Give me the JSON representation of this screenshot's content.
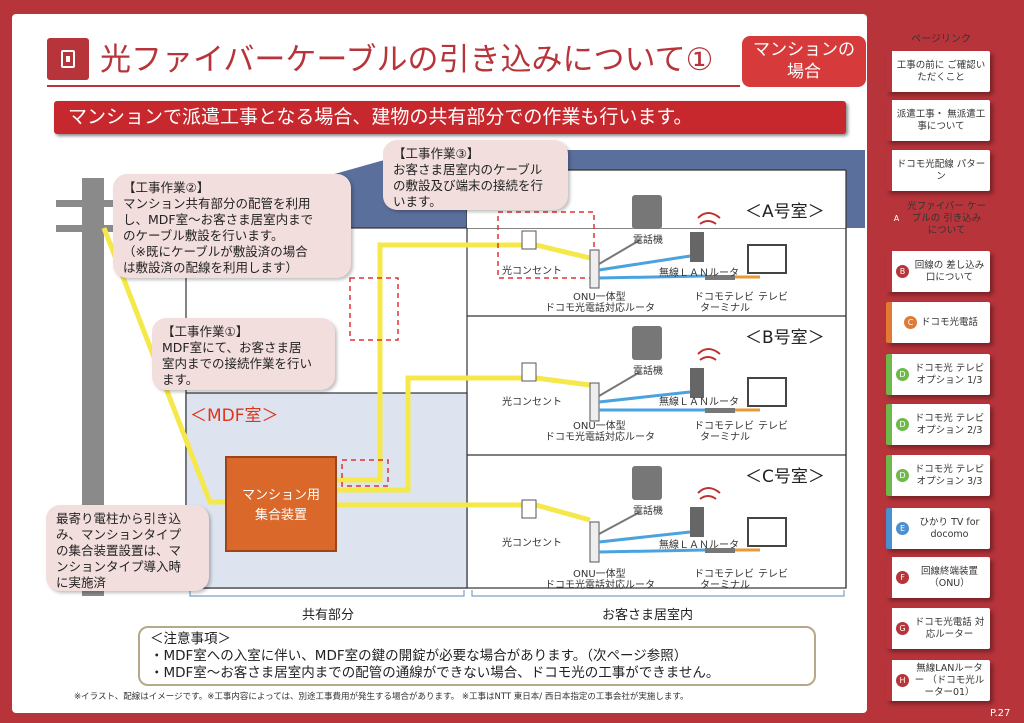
{
  "title": "光ファイバーケーブルの引き込みについて①",
  "title_tag": {
    "line1": "マンションの",
    "line2": "場合"
  },
  "subtitle": "マンションで派遣工事となる場合、建物の共有部分での作業も行います。",
  "callouts": {
    "work3": {
      "head": "【工事作業③】",
      "l1": "お客さま居室内のケーブル",
      "l2": "の敷設及び端末の接続を行",
      "l3": "います。"
    },
    "work2": {
      "head": "【工事作業②】",
      "l1": "マンション共有部分の配管を利用",
      "l2": "し、MDF室〜お客さま居室内まで",
      "l3": "のケーブル敷設を行います。",
      "l4": "（※既にケーブルが敷設済の場合",
      "l5": "は敷設済の配線を利用します）"
    },
    "work1": {
      "head": "【工事作業①】",
      "l1": "MDF室にて、お客さま居",
      "l2": "室内までの接続作業を行い",
      "l3": "ます。"
    },
    "pole": {
      "l1": "最寄り電柱から引き込",
      "l2": "み、マンションタイプ",
      "l3": "の集合装置設置は、マ",
      "l4": "ンションタイプ導入時",
      "l5": "に実施済"
    }
  },
  "rooms": [
    {
      "name": "＜A号室＞"
    },
    {
      "name": "＜B号室＞"
    },
    {
      "name": "＜C号室＞"
    }
  ],
  "device_labels": {
    "outlet": "光コンセント",
    "onu_l1": "ONU一体型",
    "onu_l2": "ドコモ光電話対応ルータ",
    "phone": "電話機",
    "wlan": "無線ＬＡＮルータ",
    "stb_l1": "ドコモテレビ",
    "stb_l2": "ターミナル",
    "tv": "テレビ"
  },
  "mdf_room": "＜MDF室＞",
  "mdf_box": {
    "l1": "マンション用",
    "l2": "集合装置"
  },
  "zones": {
    "shared": "共有部分",
    "customer": "お客さま居室内"
  },
  "notes": {
    "head": "＜注意事項＞",
    "n1": "・MDF室への入室に伴い、MDF室の鍵の開錠が必要な場合があります。（次ページ参照）",
    "n2": "・MDF室〜お客さま居室内までの配管の通線ができない場合、ドコモ光の工事ができません。"
  },
  "footnote": "※イラスト、配線はイメージです。※工事内容によっては、別途工事費用が発生する場合があります。 ※工事はNTT 東日本/ 西日本指定の工事会社が実施します。",
  "sidebar": {
    "head": "ページリンク",
    "items": [
      {
        "mark": "",
        "label": "工事の前に ご確認いただくこと",
        "color": "#b7343b"
      },
      {
        "mark": "",
        "label": "派遣工事・ 無派遣工事について",
        "color": "#b7343b"
      },
      {
        "mark": "",
        "label": "ドコモ光配線 パターン",
        "color": "#b7343b"
      },
      {
        "mark": "A",
        "label": "光ファイバー ケーブルの 引き込みについて",
        "color": "#b7343b"
      },
      {
        "mark": "B",
        "label": "回線の 差し込み口について",
        "color": "#b7343b"
      },
      {
        "mark": "C",
        "label": "ドコモ光電話",
        "color": "#e07a34"
      },
      {
        "mark": "D",
        "label": "ドコモ光 テレビオプション 1/3",
        "color": "#6fb84a"
      },
      {
        "mark": "D",
        "label": "ドコモ光 テレビオプション 2/3",
        "color": "#6fb84a"
      },
      {
        "mark": "D",
        "label": "ドコモ光 テレビオプション 3/3",
        "color": "#6fb84a"
      },
      {
        "mark": "E",
        "label": "ひかり TV for docomo",
        "color": "#4a90d0"
      },
      {
        "mark": "F",
        "label": "回線終端装置 （ONU）",
        "color": "#b7343b"
      },
      {
        "mark": "G",
        "label": "ドコモ光電話 対応ルーター",
        "color": "#b7343b"
      },
      {
        "mark": "H",
        "label": "無線LANルーター （ドコモ光ルーター01）",
        "color": "#b7343b"
      }
    ]
  },
  "page_number": "P.27",
  "colors": {
    "brand": "#b7343b",
    "fiber": "#f5e84a",
    "lan": "#4aa3df",
    "tv_cable": "#e89a3a"
  }
}
